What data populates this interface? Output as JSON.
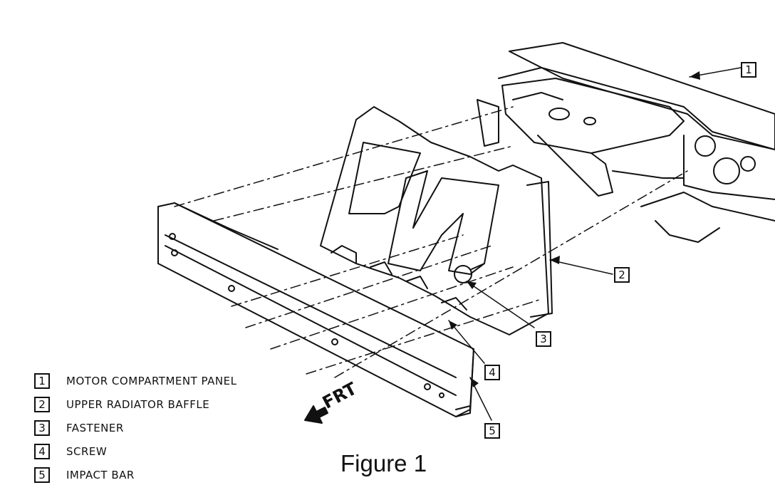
{
  "figure": {
    "caption": "Figure 1",
    "direction_label": "FRT"
  },
  "legend": [
    {
      "number": "1",
      "label": "MOTOR COMPARTMENT PANEL"
    },
    {
      "number": "2",
      "label": "UPPER RADIATOR BAFFLE"
    },
    {
      "number": "3",
      "label": "FASTENER"
    },
    {
      "number": "4",
      "label": "SCREW"
    },
    {
      "number": "5",
      "label": "IMPACT BAR"
    }
  ],
  "callouts": [
    "1",
    "2",
    "3",
    "4",
    "5"
  ]
}
